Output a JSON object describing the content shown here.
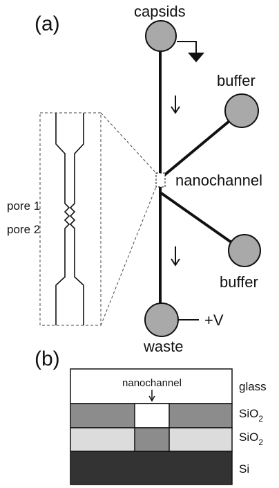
{
  "panel_a": {
    "label": "(a)",
    "reservoirs": {
      "capsids": "capsids",
      "buffer_top": "buffer",
      "buffer_bottom": "buffer",
      "waste": "waste"
    },
    "nanochannel_label": "nanochannel",
    "voltage_label": "+V",
    "pore_labels": [
      "pore 1",
      "pore 2"
    ],
    "colors": {
      "reservoir_fill": "#a9a9a9",
      "line": "#111111"
    }
  },
  "panel_b": {
    "label": "(b)",
    "nanochannel_label": "nanochannel",
    "layers": [
      {
        "name": "glass",
        "sub": "",
        "color": "#ffffff"
      },
      {
        "name": "SiO",
        "sub": "2",
        "color": "#8c8c8c"
      },
      {
        "name": "SiO",
        "sub": "2",
        "color": "#dcdcdc"
      },
      {
        "name": "Si",
        "sub": "",
        "color": "#333333"
      }
    ],
    "channel_colors": {
      "top_layer": "#ffffff",
      "bottom_layer": "#8c8c8c"
    }
  }
}
